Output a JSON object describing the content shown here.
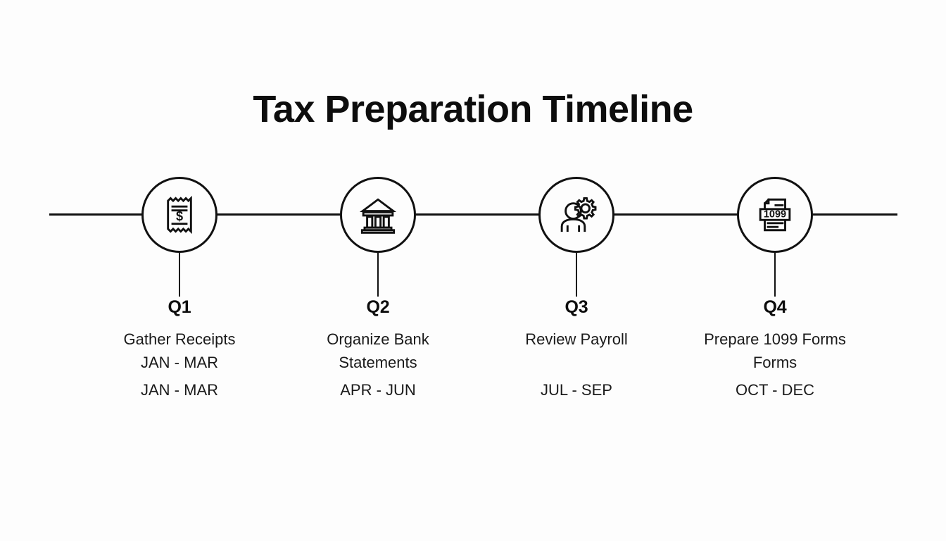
{
  "title": "Tax Preparation Timeline",
  "theme": {
    "background": "#fdfdfd",
    "line_color": "#111111",
    "text_color": "#1a1a1a",
    "title_color": "#0d0d0d"
  },
  "timeline": {
    "orientation": "horizontal",
    "milestones": [
      {
        "quarter": "Q1",
        "description_line1": "Gather Receipts",
        "description_line2": "",
        "date_range": "JAN - MAR",
        "extra_line": "JAN - MAR",
        "icon": "receipt-dollar-icon"
      },
      {
        "quarter": "Q2",
        "description_line1": "Organize Bank",
        "description_line2": "Statements",
        "date_range": "APR - JUN",
        "extra_line": "",
        "icon": "bank-building-icon"
      },
      {
        "quarter": "Q3",
        "description_line1": "Review Payroll",
        "description_line2": "",
        "date_range": "JUL - SEP",
        "extra_line": "",
        "icon": "person-gear-icon"
      },
      {
        "quarter": "Q4",
        "description_line1": "Prepare 1099 Forms",
        "description_line2": "Forms",
        "date_range": "OCT - DEC",
        "extra_line": "",
        "icon": "document-1099-icon"
      }
    ]
  },
  "icon_text": {
    "dollar_symbol": "$",
    "form_number": "1099"
  }
}
